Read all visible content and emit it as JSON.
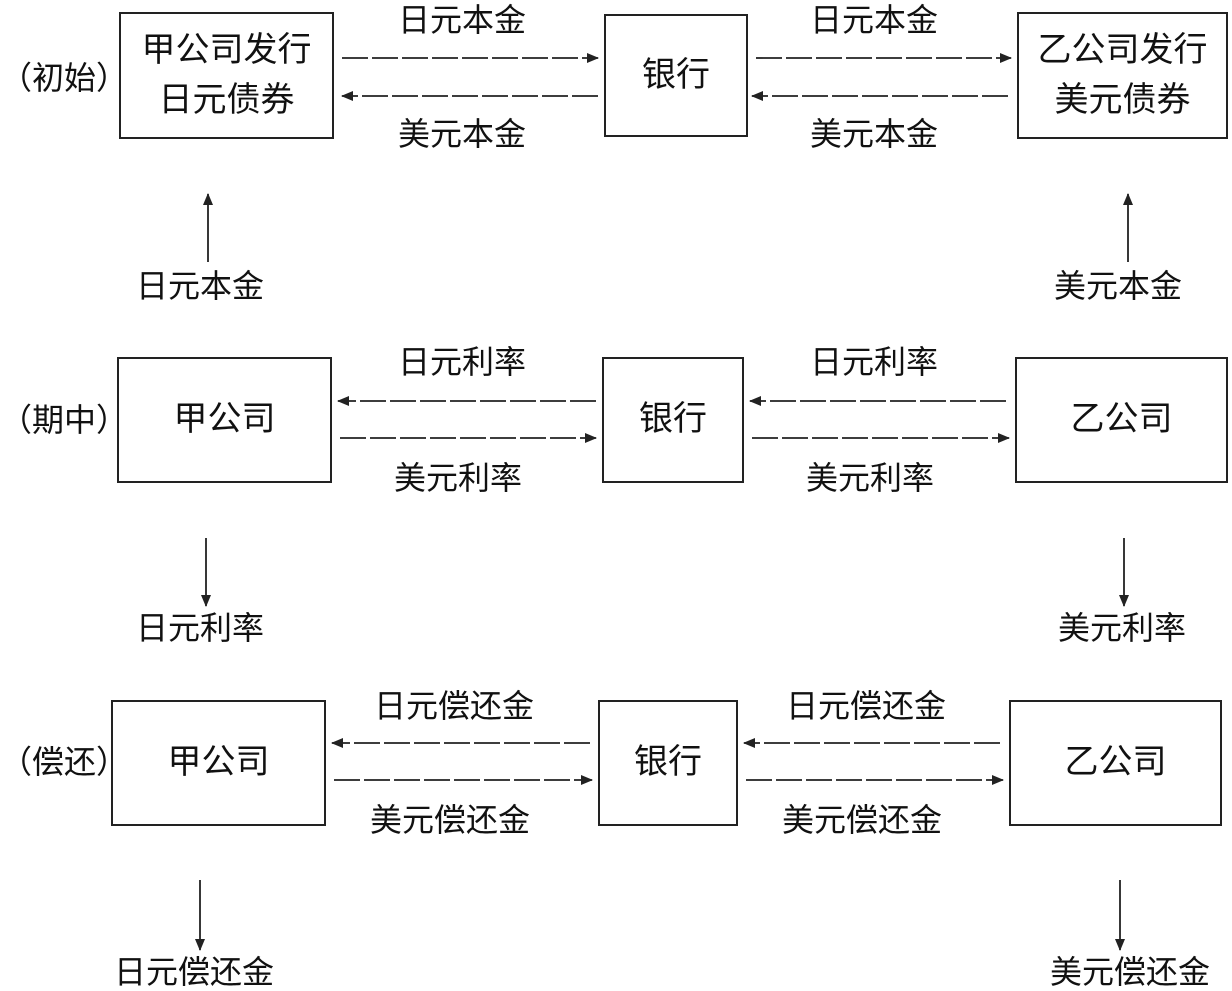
{
  "phases": {
    "initial": "（初始）",
    "middle": "（期中）",
    "repay": "（偿还）"
  },
  "row1": {
    "left_box": [
      "甲公司发行",
      "日元债券"
    ],
    "bank_box": "银行",
    "right_box": [
      "乙公司发行",
      "美元债券"
    ],
    "top_left_label": "日元本金",
    "bottom_left_label": "美元本金",
    "top_right_label": "日元本金",
    "bottom_right_label": "美元本金",
    "under_left": "日元本金",
    "under_right": "美元本金"
  },
  "row2": {
    "left_box": "甲公司",
    "bank_box": "银行",
    "right_box": "乙公司",
    "top_left_label": "日元利率",
    "bottom_left_label": "美元利率",
    "top_right_label": "日元利率",
    "bottom_right_label": "美元利率",
    "under_left": "日元利率",
    "under_right": "美元利率"
  },
  "row3": {
    "left_box": "甲公司",
    "bank_box": "银行",
    "right_box": "乙公司",
    "top_left_label": "日元偿还金",
    "bottom_left_label": "美元偿还金",
    "top_right_label": "日元偿还金",
    "bottom_right_label": "美元偿还金",
    "under_left": "日元偿还金",
    "under_right": "美元偿还金"
  },
  "colors": {
    "stroke": "#222222"
  }
}
